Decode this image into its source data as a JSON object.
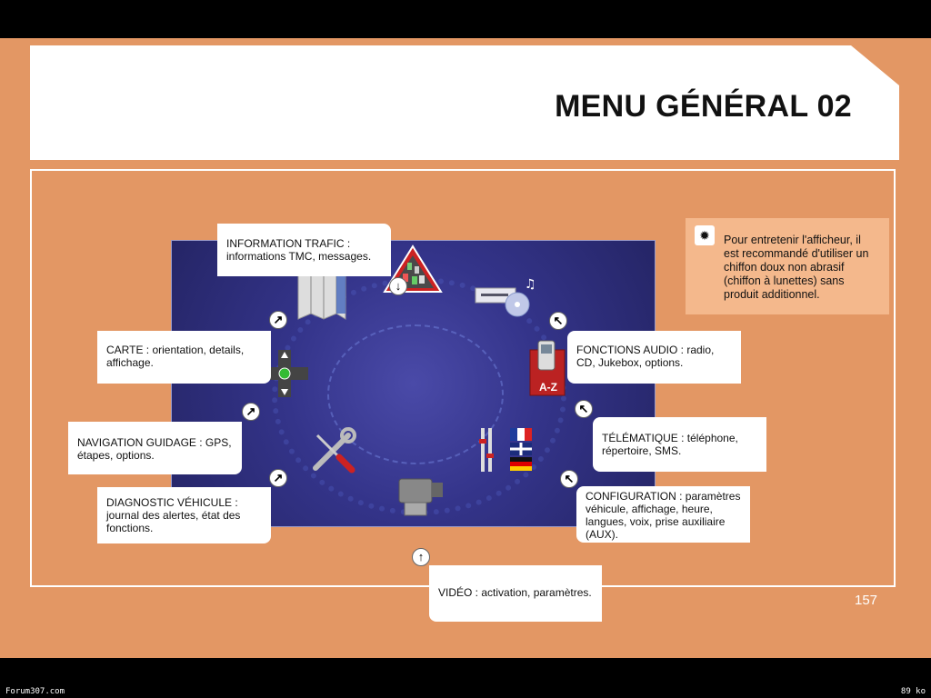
{
  "header": {
    "title": "MENU GÉNÉRAL  02"
  },
  "tip": {
    "icon": "sun-bulb-icon",
    "text": "Pour entretenir l'afficheur, il est recommandé d'utiliser un chiffon doux non abrasif (chiffon à lunettes) sans produit additionnel."
  },
  "menu": {
    "traffic": "INFORMATION TRAFIC : informations TMC, messages.",
    "map": "CARTE : orientation, details, affichage.",
    "navigation": "NAVIGATION GUIDAGE : GPS, étapes, options.",
    "diagnostic": "DIAGNOSTIC VÉHICULE : journal des alertes, état des fonctions.",
    "audio": "FONCTIONS AUDIO : radio, CD, Jukebox, options.",
    "telematics": "TÉLÉMATIQUE : téléphone, répertoire, SMS.",
    "configuration": "CONFIGURATION : paramètres véhicule, affichage, heure, langues, voix, prise auxiliaire (AUX).",
    "video": "VIDÉO : activation, paramètres."
  },
  "icons": {
    "phonebook_label": "A-Z"
  },
  "page_number": "157",
  "footer": {
    "left": "Forum307.com",
    "right": "89 ko"
  },
  "colors": {
    "page_bg": "#e39764",
    "tip_bg": "#f4b88c",
    "screen_bg": "#34348a"
  }
}
